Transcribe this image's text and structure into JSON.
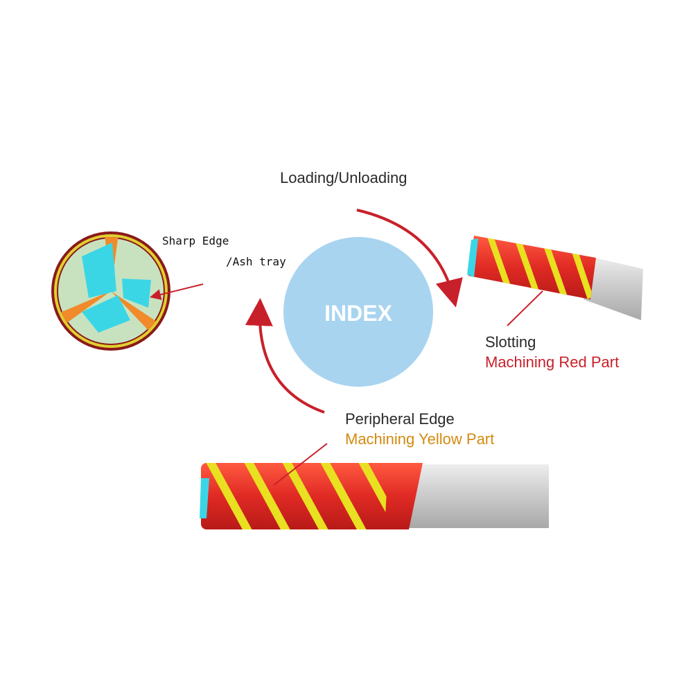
{
  "center": {
    "label": "INDEX"
  },
  "labels": {
    "loading": "Loading/Unloading",
    "sharp_edge_line1": "Sharp Edge",
    "sharp_edge_line2": "/Ash tray",
    "slotting_line1": "Slotting",
    "slotting_line2": "Machining Red Part",
    "peripheral_line1": "Peripheral Edge",
    "peripheral_line2": "Machining Yellow Part"
  },
  "colors": {
    "index_circle": "#a8d4f0",
    "arrow": "#c8202a",
    "red_part": "#e02a24",
    "yellow_part": "#e8e020",
    "cyan_tip": "#3ad6e6",
    "shank": "#c8c8c8",
    "cross_section_fill": "#c8e2c0",
    "orange_edge": "#f08a2a"
  }
}
